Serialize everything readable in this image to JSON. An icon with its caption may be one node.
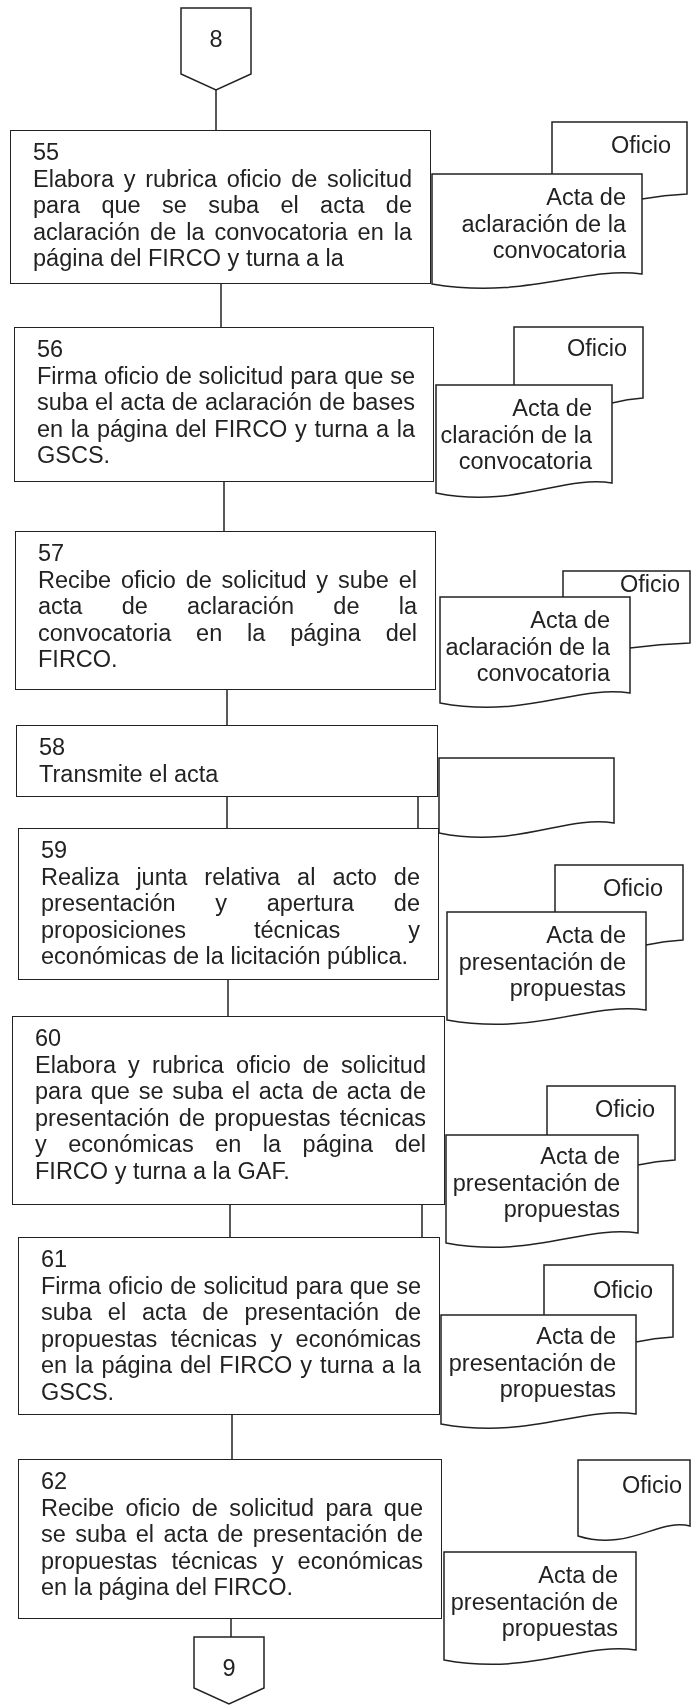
{
  "diagram": {
    "nodes": [
      {
        "text": [
          "8"
        ]
      },
      {
        "text": [
          "55",
          "Elabora y rubrica oficio de solicitud para que se suba el acta de aclaración de la convocatoria en la página del FIRCO y turna a la"
        ]
      },
      {
        "text": [
          "Oficio"
        ]
      },
      {
        "text": [
          "Acta de aclaración de la convocatoria"
        ]
      },
      {
        "text": [
          "56",
          "Firma oficio de solicitud para que se suba el acta de aclaración de bases en la página del FIRCO y turna a la GSCS."
        ]
      },
      {
        "text": [
          "Oficio"
        ]
      },
      {
        "text": [
          "Acta de claración de la convocatoria"
        ]
      },
      {
        "text": [
          "57",
          "Recibe oficio de solicitud y sube el acta de aclaración de la convocatoria en la página del FIRCO."
        ]
      },
      {
        "text": [
          "Oficio"
        ]
      },
      {
        "text": [
          "Acta de aclaración de la convocatoria"
        ]
      },
      {
        "text": [
          "58",
          "Transmite el acta"
        ]
      },
      {
        "text": [],
        "shape": "document"
      },
      {
        "text": [
          "59",
          "Realiza junta relativa al acto de presentación y apertura de proposiciones técnicas y económicas de la licitación pública."
        ]
      },
      {
        "text": [
          "Oficio"
        ]
      },
      {
        "text": [
          "Acta de presentación de propuestas"
        ]
      },
      {
        "text": [
          "60",
          "Elabora y rubrica oficio de solicitud para que se suba el acta de acta de presentación de propuestas técnicas y económicas en la página del FIRCO y turna a la GAF."
        ]
      },
      {
        "text": [
          "Oficio"
        ]
      },
      {
        "text": [
          "Acta de presentación de propuestas"
        ]
      },
      {
        "text": [
          "61",
          "Firma oficio de solicitud para que se suba el acta de presentación de propuestas técnicas y económicas en la página del FIRCO y turna a la GSCS."
        ]
      },
      {
        "text": [
          "Oficio"
        ]
      },
      {
        "text": [
          "Acta de presentación de propuestas"
        ]
      },
      {
        "text": [
          "62",
          "Recibe oficio de solicitud para que se suba el acta de presentación de propuestas técnicas y económicas en la página del FIRCO."
        ]
      },
      {
        "text": [
          "Oficio"
        ]
      },
      {
        "text": [
          "Acta de presentación de propuestas"
        ]
      },
      {
        "text": [
          "9"
        ]
      }
    ],
    "edges": [
      {
        "from": 0,
        "to": 1,
        "arrow": "none"
      },
      {
        "from": 1,
        "to": 4,
        "arrow": "none"
      },
      {
        "from": 4,
        "to": 7,
        "arrow": "none"
      },
      {
        "from": 7,
        "to": 10,
        "arrow": "none"
      },
      {
        "from": 10,
        "to": 12,
        "arrow": "none"
      },
      {
        "from": 10,
        "to": 12,
        "arrow": "none"
      },
      {
        "from": 12,
        "to": 15,
        "arrow": "none"
      },
      {
        "from": 15,
        "to": 18,
        "arrow": "none"
      },
      {
        "from": 15,
        "to": 18,
        "arrow": "none"
      },
      {
        "from": 18,
        "to": 21,
        "arrow": "none"
      },
      {
        "from": 21,
        "to": 24,
        "arrow": "none"
      }
    ]
  }
}
